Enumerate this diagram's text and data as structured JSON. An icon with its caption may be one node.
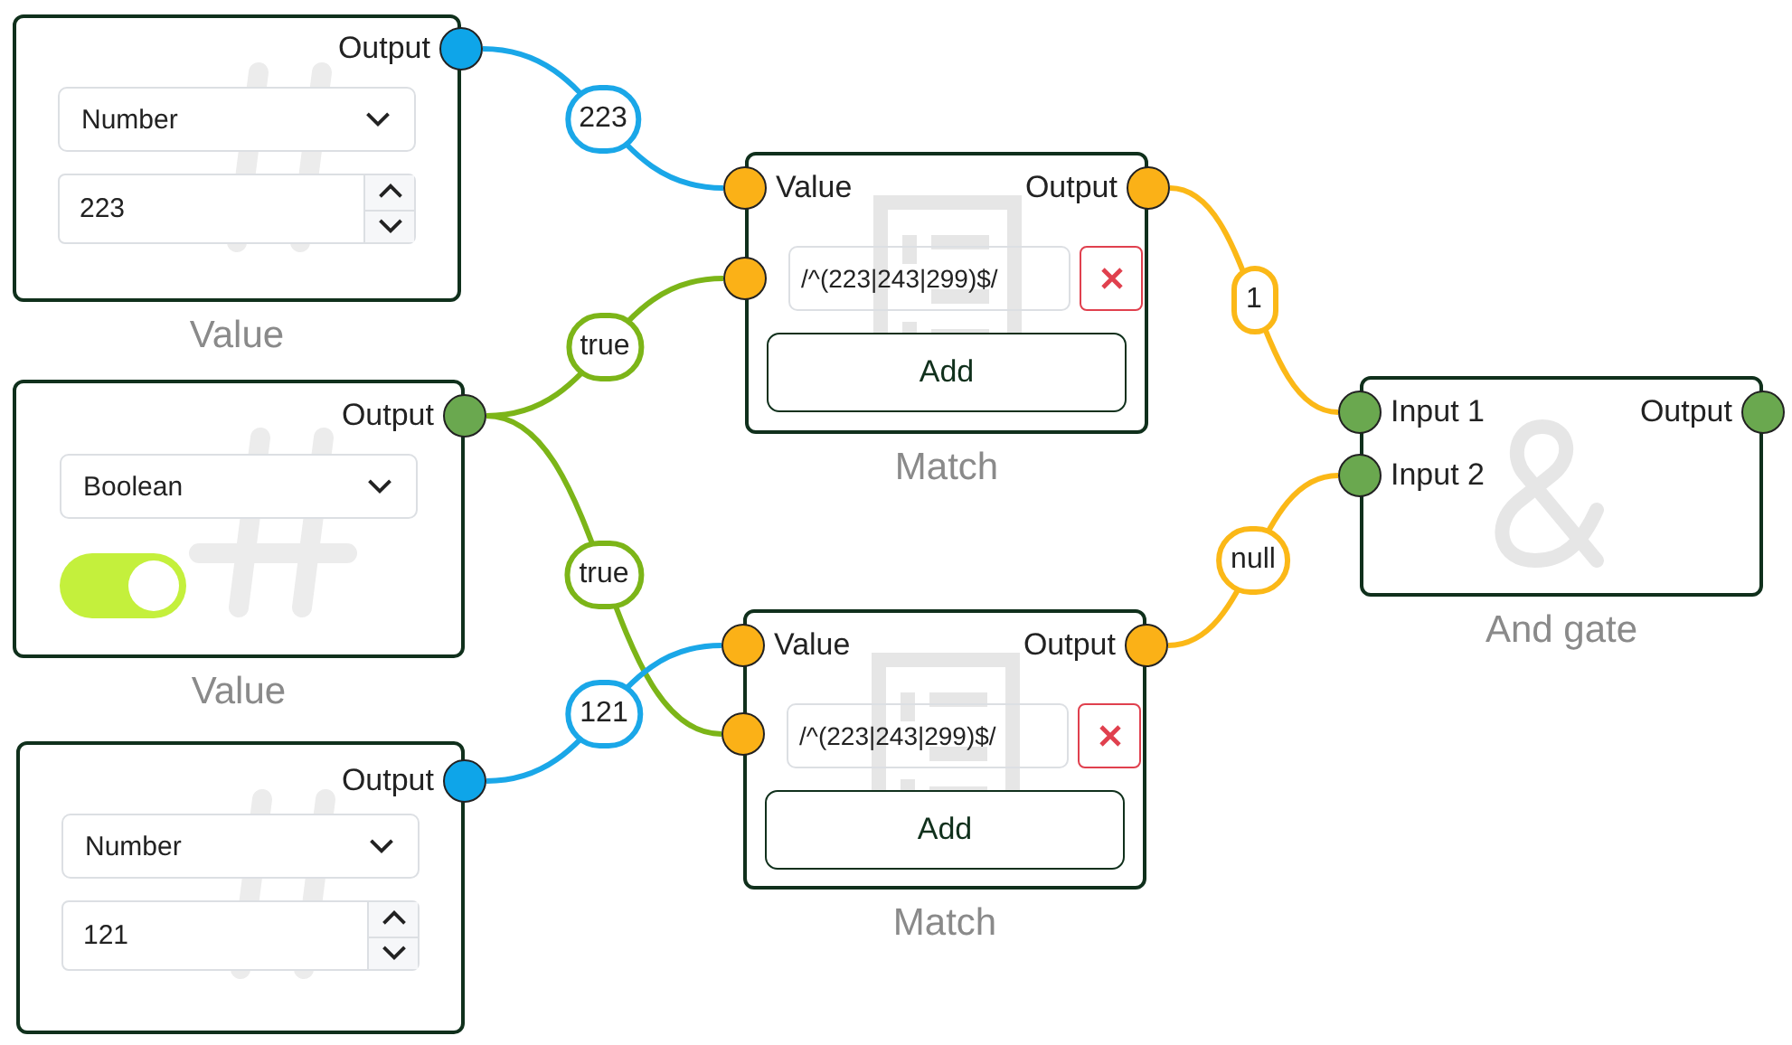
{
  "diagram": {
    "nodes": [
      {
        "text": [
          "Number",
          "223"
        ],
        "beside": [
          "Value"
        ]
      },
      {
        "text": [
          "Output"
        ],
        "in": 0
      },
      {
        "text": [
          "Boolean"
        ],
        "beside": [
          "Value"
        ]
      },
      {
        "text": [
          "Output"
        ],
        "in": 2
      },
      {
        "text": [
          "Number",
          "121"
        ]
      },
      {
        "text": [
          "Output"
        ],
        "in": 4
      },
      {
        "text": [
          "/^(223|243|299)$/",
          "Add"
        ],
        "beside": [
          "Match"
        ]
      },
      {
        "text": [
          "Value"
        ],
        "in": 6
      },
      {
        "text": [
          "Output"
        ],
        "in": 6
      },
      {
        "text": [],
        "shape": "circle",
        "in": 6
      },
      {
        "text": [
          "/^(223|243|299)$/",
          "Add"
        ],
        "beside": [
          "Match"
        ]
      },
      {
        "text": [
          "Value"
        ],
        "in": 10
      },
      {
        "text": [
          "Output"
        ],
        "in": 10
      },
      {
        "text": [],
        "shape": "circle",
        "in": 10
      },
      {
        "text": [],
        "shape": "box",
        "beside": [
          "And gate"
        ]
      },
      {
        "text": [
          "Input 1"
        ],
        "in": 14
      },
      {
        "text": [
          "Input 2"
        ],
        "in": 14
      },
      {
        "text": [
          "Output"
        ],
        "in": 14
      }
    ],
    "edges": [
      {
        "from": 1,
        "to": 7,
        "arrow": "none",
        "label": "223",
        "color": "#1aa7e8"
      },
      {
        "from": 3,
        "to": 9,
        "arrow": "none",
        "label": "true",
        "color": "#7cb518"
      },
      {
        "from": 3,
        "to": 13,
        "arrow": "none",
        "label": "true",
        "color": "#7cb518"
      },
      {
        "from": 5,
        "to": 11,
        "arrow": "none",
        "label": "121",
        "color": "#1aa7e8"
      },
      {
        "from": 8,
        "to": 15,
        "arrow": "none",
        "label": "1",
        "color": "#fbb817"
      },
      {
        "from": 12,
        "to": 16,
        "arrow": "none",
        "label": "null",
        "color": "#fbb817"
      }
    ]
  }
}
